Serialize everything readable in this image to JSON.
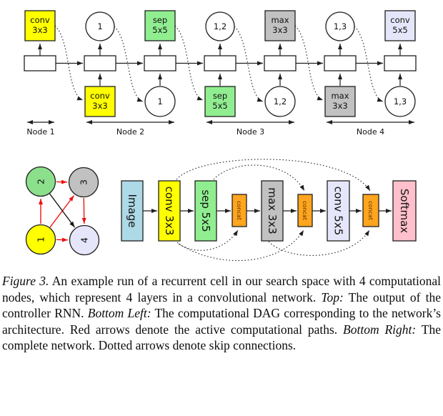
{
  "palette": {
    "yellow": "#ffff00",
    "green": "#90ee90",
    "gray": "#c1c1c1",
    "lavender": "#e6e6fa",
    "orange": "#ffa51e",
    "lightblue": "#aed9e6",
    "pink": "#ffc0cb",
    "white": "#ffffff",
    "active_red": "#f01010",
    "inactive_black": "#141414"
  },
  "controller": {
    "above": [
      {
        "kind": "op",
        "l1": "conv",
        "l2": "3x3",
        "color": "#ffff00"
      },
      {
        "kind": "index",
        "label": "1",
        "color": "#ffffff"
      },
      {
        "kind": "op",
        "l1": "sep",
        "l2": "5x5",
        "color": "#90ee90"
      },
      {
        "kind": "index",
        "label": "1,2",
        "color": "#ffffff"
      },
      {
        "kind": "op",
        "l1": "max",
        "l2": "3x3",
        "color": "#c1c1c1"
      },
      {
        "kind": "index",
        "label": "1,3",
        "color": "#ffffff"
      },
      {
        "kind": "op",
        "l1": "conv",
        "l2": "5x5",
        "color": "#e6e6fa"
      }
    ],
    "below": [
      {
        "kind": "op",
        "l1": "conv",
        "l2": "3x3",
        "color": "#ffff00"
      },
      {
        "kind": "index",
        "label": "1",
        "color": "#ffffff"
      },
      {
        "kind": "op",
        "l1": "sep",
        "l2": "5x5",
        "color": "#90ee90"
      },
      {
        "kind": "index",
        "label": "1,2",
        "color": "#ffffff"
      },
      {
        "kind": "op",
        "l1": "max",
        "l2": "3x3",
        "color": "#c1c1c1"
      },
      {
        "kind": "index",
        "label": "1,3",
        "color": "#ffffff"
      }
    ],
    "node_labels": [
      "Node 1",
      "Node 2",
      "Node 3",
      "Node 4"
    ]
  },
  "dag": {
    "nodes": [
      {
        "label": "1",
        "color": "#ffff00"
      },
      {
        "label": "2",
        "color": "#8ce08c"
      },
      {
        "label": "3",
        "color": "#c1c1c1"
      },
      {
        "label": "4",
        "color": "#e6e6fa"
      }
    ],
    "edges": [
      {
        "from": "1",
        "to": "2",
        "active": true
      },
      {
        "from": "2",
        "to": "3",
        "active": true
      },
      {
        "from": "1",
        "to": "3",
        "active": true
      },
      {
        "from": "1",
        "to": "4",
        "active": true
      },
      {
        "from": "3",
        "to": "4",
        "active": true
      },
      {
        "from": "2",
        "to": "4",
        "active": false
      }
    ]
  },
  "network": {
    "layers": [
      {
        "label": "Image",
        "color": "#aed9e6"
      },
      {
        "label": "conv 3x3",
        "color": "#ffff00"
      },
      {
        "label": "sep 5x5",
        "color": "#90ee90"
      },
      {
        "label": "concat",
        "color": "#ffa51e"
      },
      {
        "label": "max 3x3",
        "color": "#c1c1c1"
      },
      {
        "label": "concat",
        "color": "#ffa51e"
      },
      {
        "label": "conv 5x5",
        "color": "#e6e6fa"
      },
      {
        "label": "concat",
        "color": "#ffa51e"
      },
      {
        "label": "Softmax",
        "color": "#ffc0cb"
      }
    ],
    "skip_connections": [
      {
        "from": "conv 3x3",
        "to": "concat before Softmax",
        "via": "top"
      },
      {
        "from": "sep 5x5",
        "to": "concat before conv 5x5",
        "via": "top"
      },
      {
        "from": "conv 3x3",
        "to": "concat before max 3x3",
        "via": "bottom"
      },
      {
        "from": "conv 3x3",
        "to": "concat before conv 5x5",
        "via": "bottom"
      },
      {
        "from": "max 3x3",
        "to": "concat before Softmax",
        "via": "bottom"
      }
    ]
  },
  "caption": {
    "segments": [
      {
        "text": "Figure 3.",
        "italic": true
      },
      {
        "text": " An example run of a recurrent cell in our search space with 4 computational nodes, which represent 4 layers in a convolutional network. ",
        "italic": false
      },
      {
        "text": "Top:",
        "italic": true
      },
      {
        "text": " The output of the controller RNN. ",
        "italic": false
      },
      {
        "text": "Bottom Left:",
        "italic": true
      },
      {
        "text": " The computational DAG corresponding to the network’s architecture. Red arrows denote the active computational paths. ",
        "italic": false
      },
      {
        "text": "Bottom Right:",
        "italic": true
      },
      {
        "text": " The complete network. Dotted arrows denote skip connections.",
        "italic": false
      }
    ]
  }
}
